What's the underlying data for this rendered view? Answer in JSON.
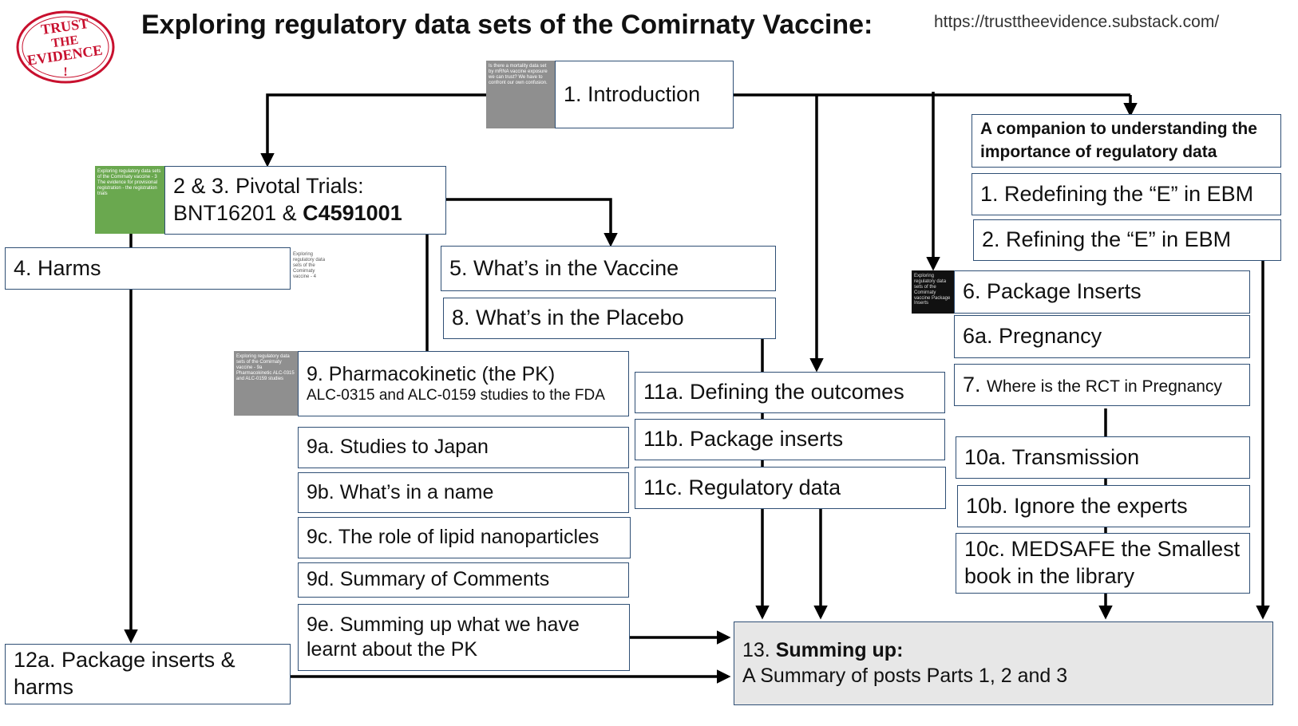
{
  "header": {
    "title": "Exploring regulatory data sets of the Comirnaty Vaccine:",
    "url": "https://trusttheevidence.substack.com/",
    "logo_text": "TRUST THE EVIDENCE !"
  },
  "thumbnails": {
    "intro": "Is there a mortality data set by mRNA vaccine exposure we can trust? We have to confront our own confusion.",
    "pivotal": "Exploring regulatory data sets of the Comirnaty vaccine - 3 The evidence for provisional registration - the registration trials",
    "harms": "Exploring regulatory data sets of the Comirnaty vaccine - 4",
    "pk": "Exploring regulatory data sets of the Comirnaty vaccine - 9a Pharmacokinetic ALC-0315 and ALC-0159 studies",
    "inserts": "Exploring regulatory data sets of the Comirnaty vaccine Package Inserts"
  },
  "nodes": {
    "intro": "1. Introduction",
    "pivotal_line1": "2 & 3. Pivotal Trials:",
    "pivotal_line2_a": "BNT16201 & ",
    "pivotal_line2_b": "C4591001",
    "harms": "4. Harms",
    "vaccine": "5. What’s in the  Vaccine",
    "placebo": "8. What’s in  the  Placebo",
    "pk_title": "9. Pharmacokinetic (the PK)",
    "pk_sub": "ALC-0315 and ALC-0159 studies to the FDA",
    "japan": "9a. Studies to Japan",
    "name": "9b. What’s in a name",
    "lipid": "9c. The role of  lipid nanoparticles",
    "comments": "9d. Summary of Comments",
    "pk_summary": "9e. Summing up what we have learnt about the PK",
    "outcomes": "11a. Defining the outcomes",
    "inserts_b": "11b. Package inserts",
    "regulatory": "11c. Regulatory data",
    "companion": "A companion to understanding the importance of regulatory data",
    "redefining": "1. Redefining the “E” in EBM",
    "refining": "2. Refining the “E” in EBM",
    "package_inserts": "6. Package Inserts",
    "pregnancy": "6a. Pregnancy",
    "rct_num": "7. ",
    "rct_text": "Where is the  RCT in Pregnancy",
    "transmission": "10a. Transmission",
    "experts": "10b. Ignore the experts",
    "medsafe": "10c. MEDSAFE the Smallest book in the library",
    "inserts_harms": "12a. Package inserts & harms",
    "summing_bold": "Summing up:",
    "summing_num": "13. ",
    "summing_sub": "A Summary of posts Parts  1, 2 and 3"
  },
  "colors": {
    "border": "#2f4f75",
    "arrow": "#000000",
    "summary_fill": "#e7e7e7",
    "logo_red": "#c8102e"
  }
}
